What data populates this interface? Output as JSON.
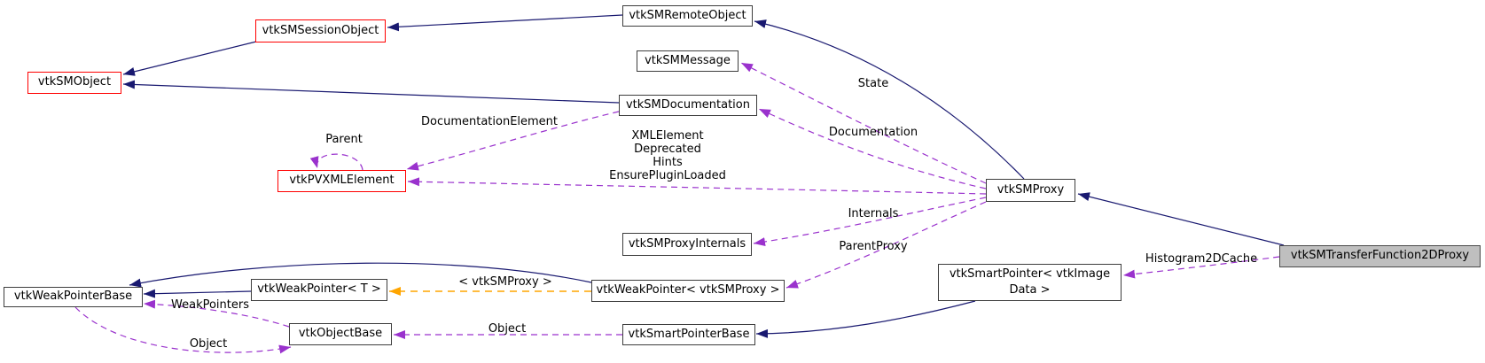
{
  "colors": {
    "inheritance_edge": "#191970",
    "usage_edge": "#9a32cd",
    "template_edge": "#ffa500",
    "node_border": "#3d3d3d",
    "truncated_node_border": "#ff0000",
    "focus_node_fill": "#bfbfbf",
    "node_fill": "#ffffff",
    "text": "#000000"
  },
  "nodes": {
    "remote_object": {
      "label": "vtkSMRemoteObject"
    },
    "session_object": {
      "label": "vtkSMSessionObject"
    },
    "sm_object": {
      "label": "vtkSMObject"
    },
    "message": {
      "label": "vtkSMMessage"
    },
    "documentation": {
      "label": "vtkSMDocumentation"
    },
    "pvxml_element": {
      "label": "vtkPVXMLElement"
    },
    "sm_proxy": {
      "label": "vtkSMProxy"
    },
    "proxy_internals": {
      "label": "vtkSMProxyInternals"
    },
    "weak_pointer_base": {
      "label": "vtkWeakPointerBase"
    },
    "weak_pointer_t": {
      "label": "vtkWeakPointer< T >"
    },
    "weak_pointer_proxy": {
      "label": "vtkWeakPointer< vtkSMProxy >"
    },
    "smart_pointer_image": {
      "lines": [
        "vtkSmartPointer< vtkImage",
        "Data >"
      ]
    },
    "object_base": {
      "label": "vtkObjectBase"
    },
    "smart_pointer_base": {
      "label": "vtkSmartPointerBase"
    },
    "focus": {
      "label": "vtkSMTransferFunction2DProxy"
    }
  },
  "edge_labels": {
    "state": "State",
    "documentation": "Documentation",
    "documentation_element": "DocumentationElement",
    "parent": "Parent",
    "xml_block": {
      "line1": "XMLElement",
      "line2": "Deprecated",
      "line3": "Hints",
      "line4": "EnsurePluginLoaded"
    },
    "internals": "Internals",
    "parent_proxy": "ParentProxy",
    "template_arg": "< vtkSMProxy >",
    "weak_pointers": "WeakPointers",
    "object_left": "Object",
    "object_mid": "Object",
    "histogram_cache": "Histogram2DCache"
  }
}
